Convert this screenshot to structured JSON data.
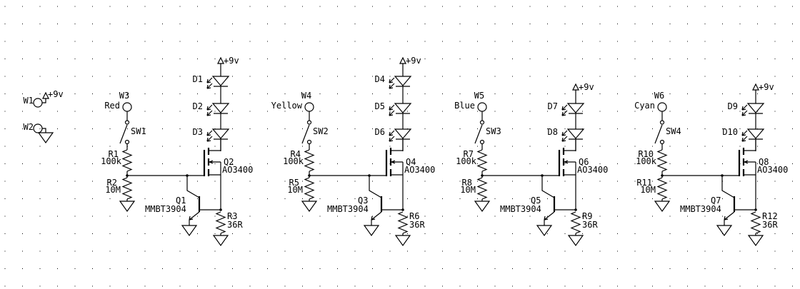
{
  "canvas": {
    "background": "#ffffff",
    "grid_dot_color": "#000000",
    "ink_color": "#000000"
  },
  "left_block": {
    "w1": {
      "ref": "W1",
      "power_label": "+9v"
    },
    "w2": {
      "ref": "W2"
    }
  },
  "circuits": [
    {
      "color": "Red",
      "connector": "W3",
      "switch": "SW1",
      "pullup": {
        "ref": "R1",
        "value": "100k"
      },
      "pulldown": {
        "ref": "R2",
        "value": "10M"
      },
      "npn": {
        "ref": "Q1",
        "part": "MMBT3904"
      },
      "mosfet": {
        "ref": "Q2",
        "part": "AO3400"
      },
      "sense": {
        "ref": "R3",
        "value": "36R"
      },
      "power_label": "+9v",
      "leds": [
        {
          "ref": "D1"
        },
        {
          "ref": "D2"
        },
        {
          "ref": "D3"
        }
      ]
    },
    {
      "color": "Yellow",
      "connector": "W4",
      "switch": "SW2",
      "pullup": {
        "ref": "R4",
        "value": "100k"
      },
      "pulldown": {
        "ref": "R5",
        "value": "10M"
      },
      "npn": {
        "ref": "Q3",
        "part": "MMBT3904"
      },
      "mosfet": {
        "ref": "Q4",
        "part": "AO3400"
      },
      "sense": {
        "ref": "R6",
        "value": "36R"
      },
      "power_label": "+9v",
      "leds": [
        {
          "ref": "D4"
        },
        {
          "ref": "D5"
        },
        {
          "ref": "D6"
        }
      ]
    },
    {
      "color": "Blue",
      "connector": "W5",
      "switch": "SW3",
      "pullup": {
        "ref": "R7",
        "value": "100k"
      },
      "pulldown": {
        "ref": "R8",
        "value": "10M"
      },
      "npn": {
        "ref": "Q5",
        "part": "MMBT3904"
      },
      "mosfet": {
        "ref": "Q6",
        "part": "AO3400"
      },
      "sense": {
        "ref": "R9",
        "value": "36R"
      },
      "power_label": "+9v",
      "leds": [
        {
          "ref": "D7"
        },
        {
          "ref": "D8"
        }
      ]
    },
    {
      "color": "Cyan",
      "connector": "W6",
      "switch": "SW4",
      "pullup": {
        "ref": "R10",
        "value": "100k"
      },
      "pulldown": {
        "ref": "R11",
        "value": "10M"
      },
      "npn": {
        "ref": "Q7",
        "part": "MMBT3904"
      },
      "mosfet": {
        "ref": "Q8",
        "part": "AO3400"
      },
      "sense": {
        "ref": "R12",
        "value": "36R"
      },
      "power_label": "+9v",
      "leds": [
        {
          "ref": "D9"
        },
        {
          "ref": "D10"
        }
      ]
    }
  ]
}
